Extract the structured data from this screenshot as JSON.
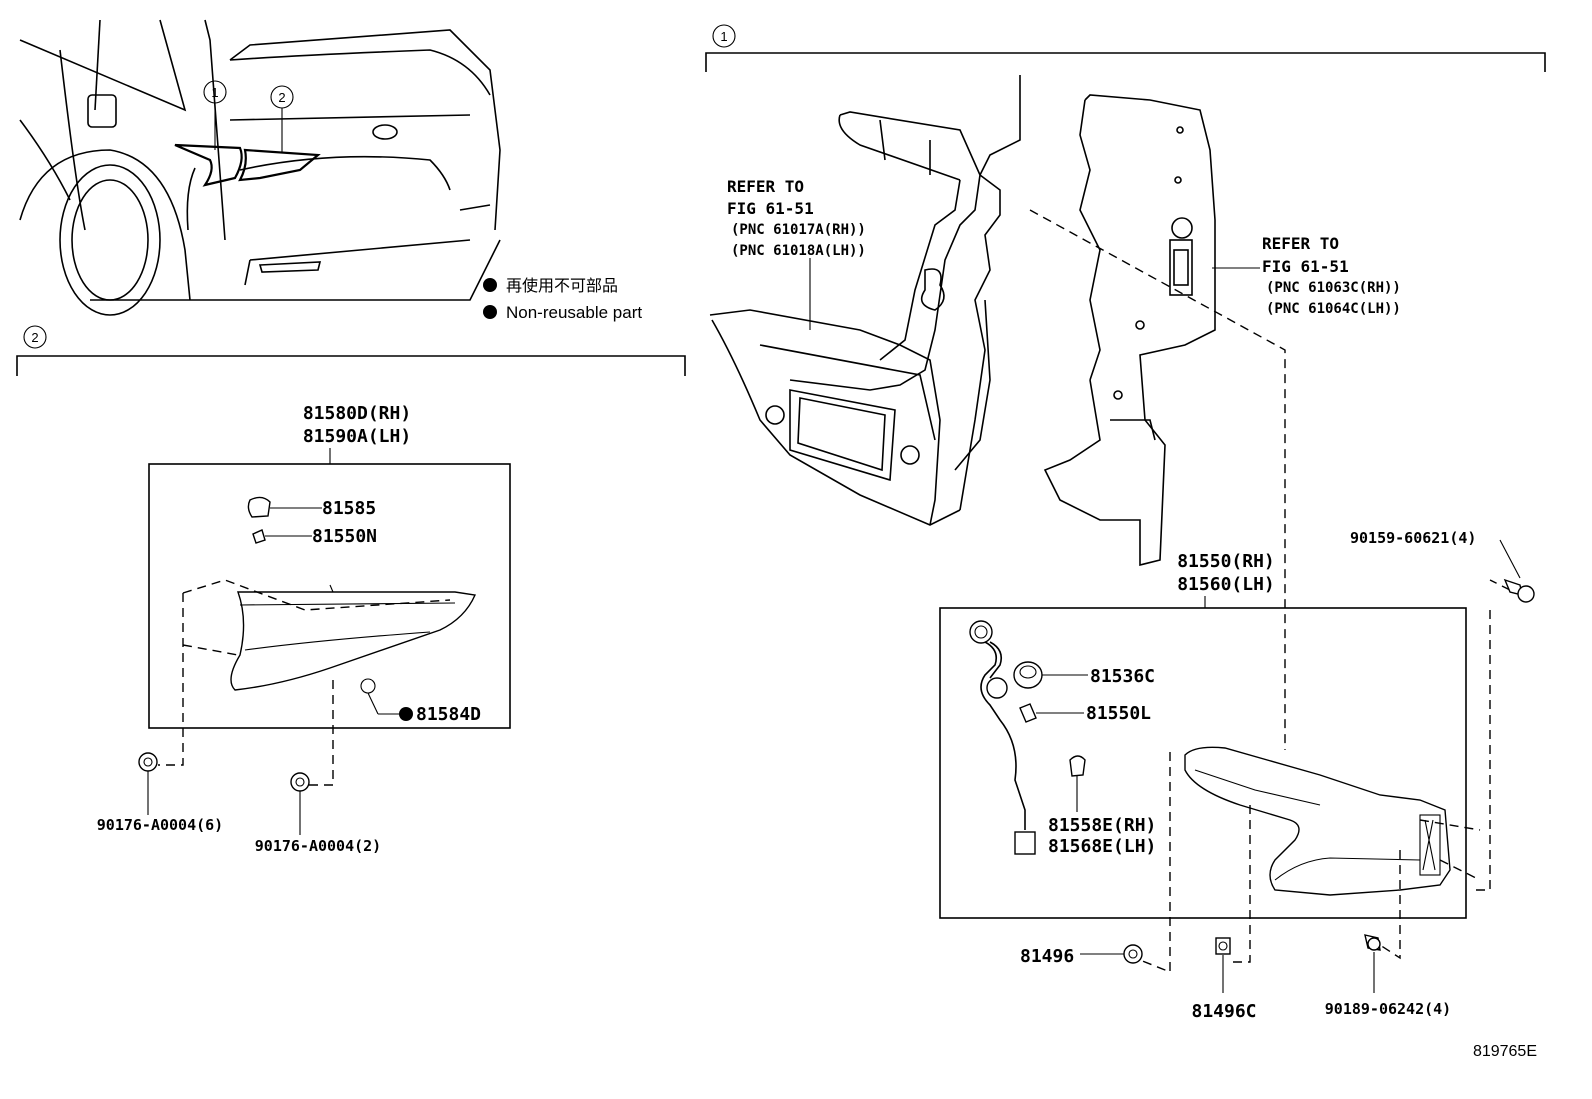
{
  "callouts": {
    "one": "1",
    "two": "2"
  },
  "legend": {
    "jp_text": "再使用不可部品",
    "en_text": "Non-reusable part"
  },
  "refer_left": {
    "line1": "REFER TO",
    "line2": "FIG 61-51",
    "line3": "(PNC 61017A(RH))",
    "line4": "(PNC 61018A(LH))"
  },
  "refer_right": {
    "line1": "REFER TO",
    "line2": "FIG 61-51",
    "line3": "(PNC 61063C(RH))",
    "line4": "(PNC 61064C(LH))"
  },
  "section2": {
    "assembly_rh": "81580D(RH)",
    "assembly_lh": "81590A(LH)",
    "p_81585": "81585",
    "p_81550N": "81550N",
    "p_81584D": "81584D",
    "screw_a": "90176-A0004(6)",
    "screw_b": "90176-A0004(2)"
  },
  "section1": {
    "assembly_rh": "81550(RH)",
    "assembly_lh": "81560(LH)",
    "p_81536C": "81536C",
    "p_81550L": "81550L",
    "p_81558E": "81558E(RH)",
    "p_81568E": "81568E(LH)",
    "bolt_top": "90159-60621(4)",
    "p_81496": "81496",
    "p_81496C": "81496C",
    "bolt_bottom": "90189-06242(4)"
  },
  "figure_id": "819765E"
}
